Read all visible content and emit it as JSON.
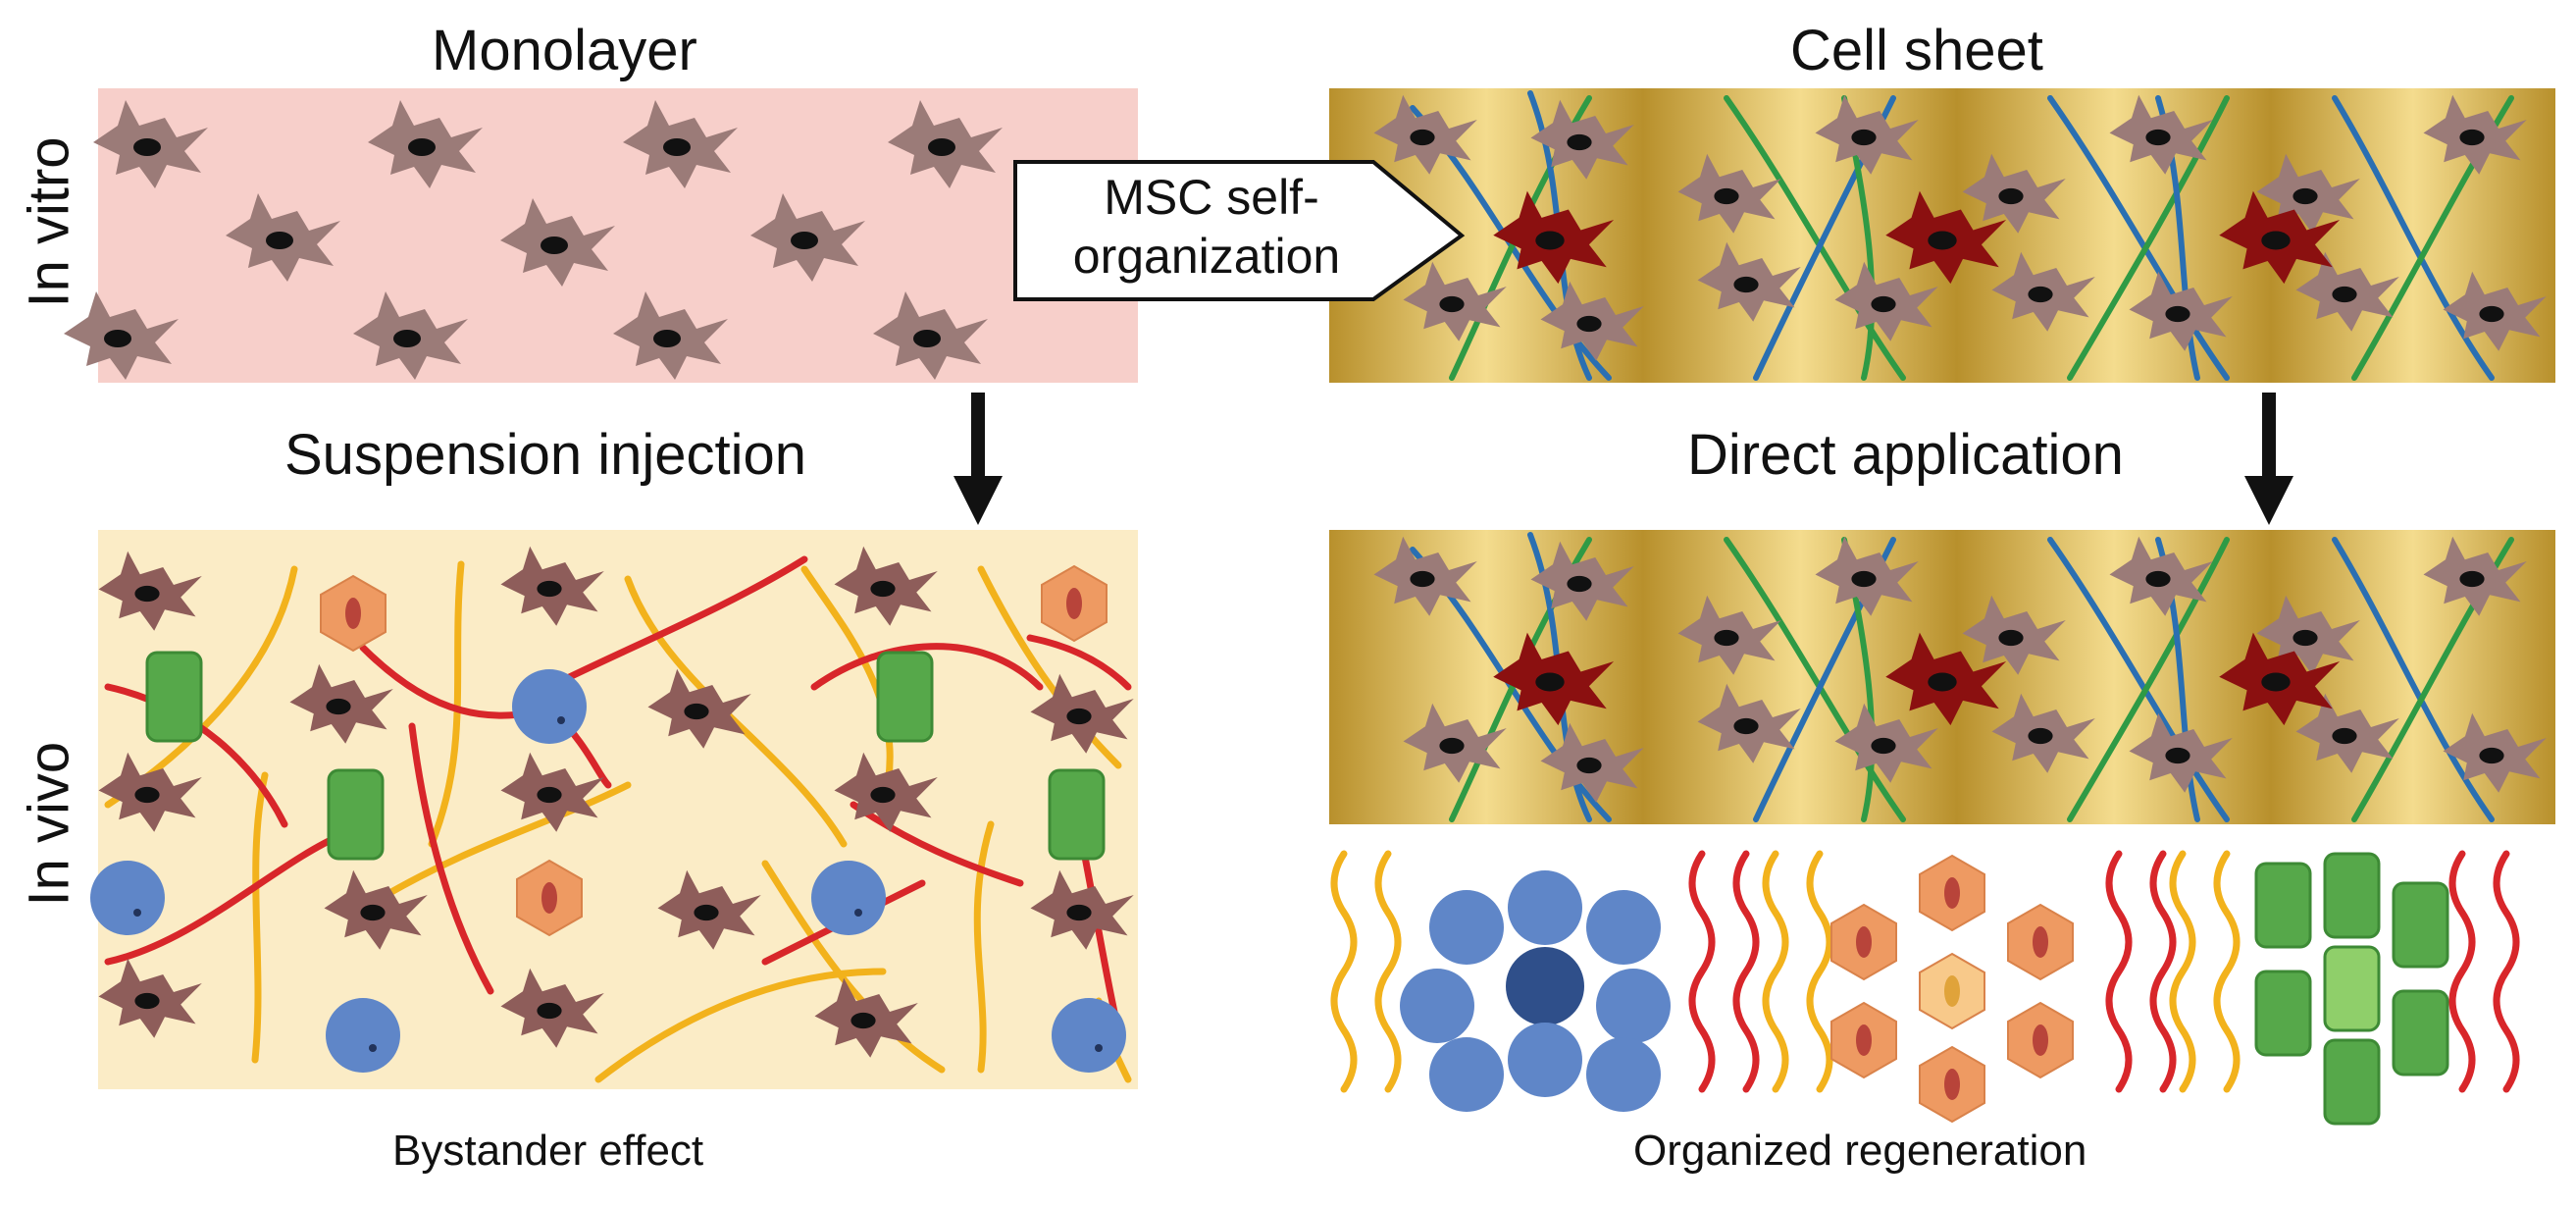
{
  "titles": {
    "left": "Monolayer",
    "right": "Cell sheet"
  },
  "side_labels": {
    "top": "In vitro",
    "bottom": "In vivo"
  },
  "transitions": {
    "left": "Suspension injection",
    "right": "Direct application",
    "callout_line1": "MSC self-",
    "callout_line2": "organization"
  },
  "captions": {
    "left": "Bystander effect",
    "right": "Organized regeneration"
  },
  "colors": {
    "monolayer_bg": "#f7cfca",
    "invivo_bg": "#fbecc6",
    "sheet_gold": "#c9a13a",
    "msc_cell": "#9b7b78",
    "msc_central": "#8b1010",
    "nucleus": "#111111",
    "collagen_blue": "#2a6fb2",
    "collagen_green": "#2f9a45",
    "fiber_red": "#d8262a",
    "fiber_yellow": "#f2b21c",
    "blue_cell": "#5f86c8",
    "orange_cell": "#ee9a62",
    "green_cell": "#56a84a"
  }
}
